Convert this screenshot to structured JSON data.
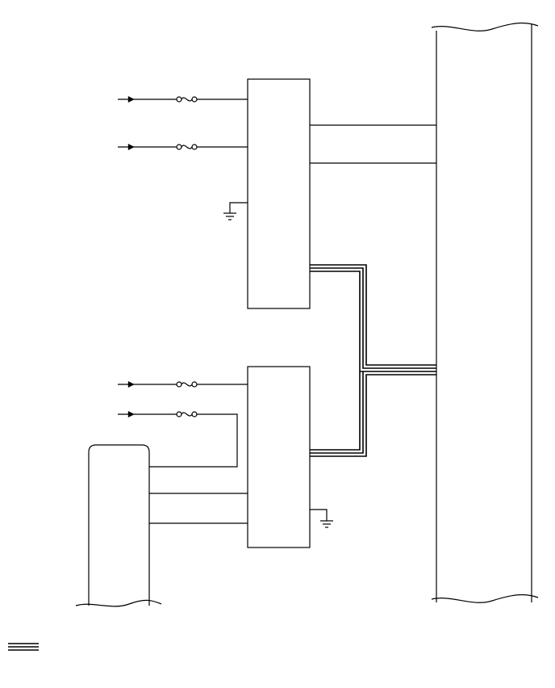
{
  "diagram": {
    "type": "wiring-schematic",
    "line_color": "#000000",
    "background_color": "#ffffff",
    "components": [
      {
        "id": "upper-module",
        "kind": "control-unit"
      },
      {
        "id": "lower-module",
        "kind": "control-unit"
      },
      {
        "id": "left-device",
        "kind": "device-partial-view"
      },
      {
        "id": "right-junction-block",
        "kind": "junction-partial-view"
      }
    ],
    "power_inputs": [
      {
        "id": "upper-power-1",
        "target": "upper-module",
        "has_fuse": true
      },
      {
        "id": "upper-power-2",
        "target": "upper-module",
        "has_fuse": true
      },
      {
        "id": "lower-power-1",
        "target": "lower-module",
        "has_fuse": true
      },
      {
        "id": "lower-power-2",
        "target": "lower-device-wire",
        "has_fuse": true
      }
    ],
    "grounds": [
      {
        "id": "upper-ground",
        "attached_to": "upper-module"
      },
      {
        "id": "lower-ground",
        "attached_to": "lower-module"
      }
    ],
    "connections": [
      {
        "id": "upper-wire-1",
        "from": "upper-module",
        "to": "right-junction-block",
        "style": "single"
      },
      {
        "id": "upper-wire-2",
        "from": "upper-module",
        "to": "right-junction-block",
        "style": "single"
      },
      {
        "id": "upper-bus",
        "from": "upper-module",
        "to": "right-junction-block",
        "style": "communication-bus"
      },
      {
        "id": "lower-bus",
        "from": "lower-module",
        "to": "right-junction-block",
        "style": "communication-bus"
      },
      {
        "id": "device-wire-1",
        "from": "left-device",
        "to": "fuse-4",
        "style": "single"
      },
      {
        "id": "device-wire-2",
        "from": "left-device",
        "to": "lower-module",
        "style": "single"
      },
      {
        "id": "device-wire-3",
        "from": "left-device",
        "to": "lower-module",
        "style": "single"
      }
    ],
    "legend": [
      {
        "id": "bus-legend",
        "symbol": "triple-line"
      }
    ]
  }
}
